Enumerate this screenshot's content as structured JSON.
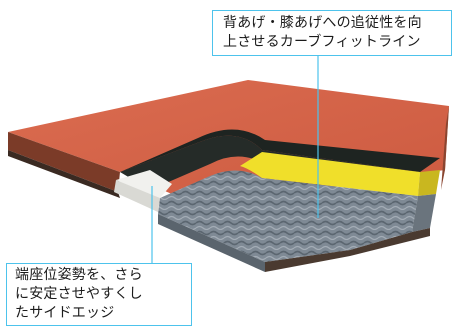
{
  "colors": {
    "cover_top": "#d8664a",
    "cover_side": "#7b3b28",
    "foam_dark": "#252b28",
    "yellow_layer": "#f0df2a",
    "white_edge": "#f1f1ee",
    "mesh": "#7f8a95",
    "callout_line": "#4dc3ec"
  },
  "callouts": {
    "top": {
      "line1": "背あげ・膝あげへの追従性を向",
      "line2": "上させるカーブフィットライン"
    },
    "bottom": {
      "line1": "端座位姿勢を、さら",
      "line2": "に安定させやすくし",
      "line3": "たサイドエッジ"
    }
  }
}
